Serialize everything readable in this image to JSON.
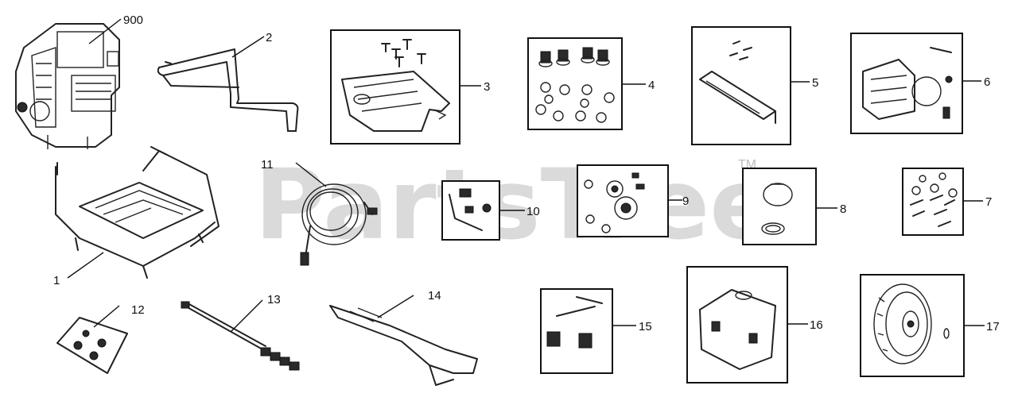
{
  "watermark": {
    "text": "PartsTree",
    "mark": "TM"
  },
  "labels": {
    "p1": "1",
    "p2": "2",
    "p3": "3",
    "p4": "4",
    "p5": "5",
    "p6": "6",
    "p7": "7",
    "p8": "8",
    "p9": "9",
    "p10": "10",
    "p11": "11",
    "p12": "12",
    "p13": "13",
    "p14": "14",
    "p15": "15",
    "p16": "16",
    "p17": "17",
    "p900": "900"
  }
}
